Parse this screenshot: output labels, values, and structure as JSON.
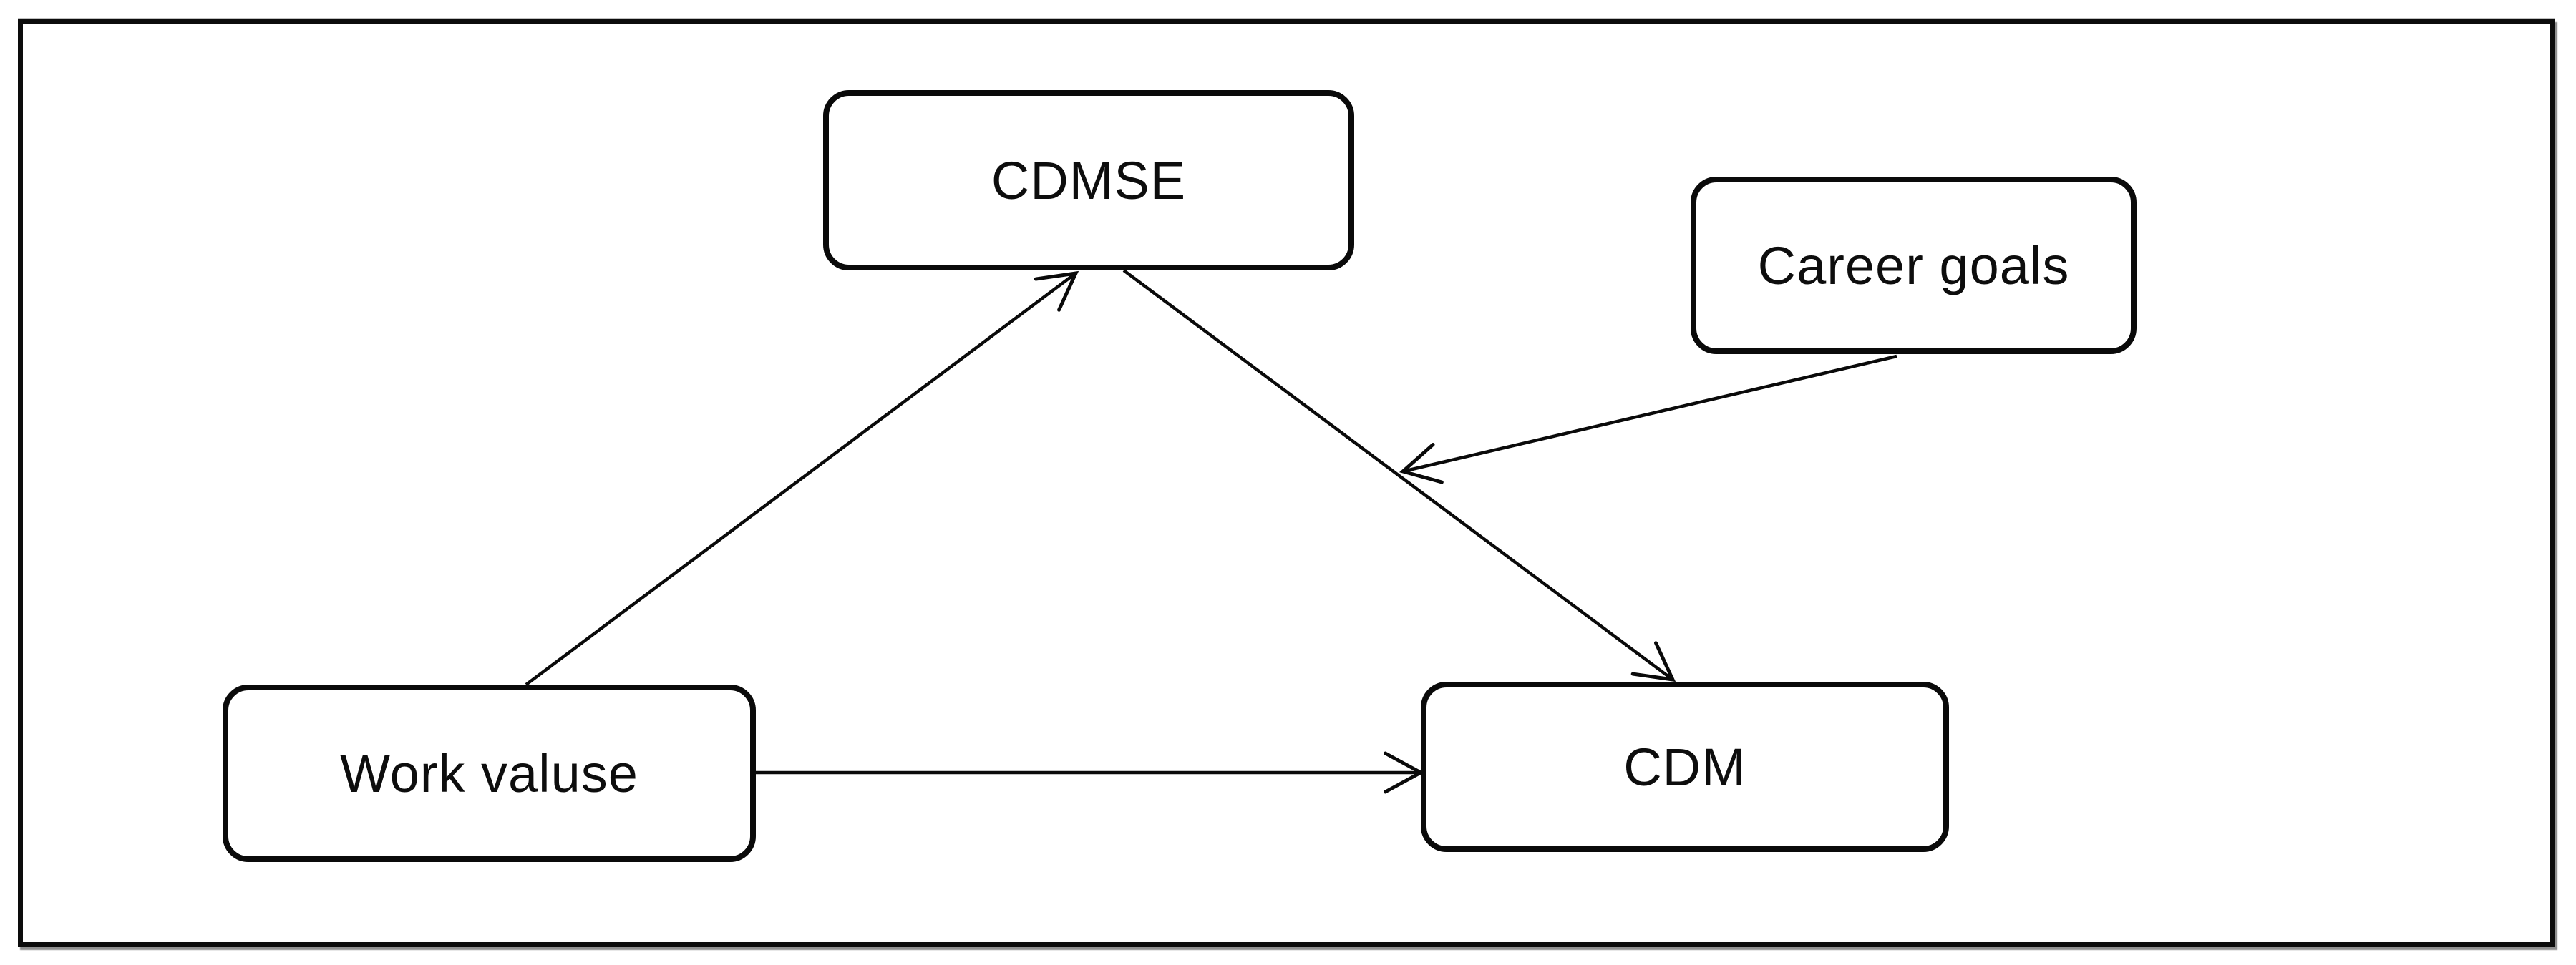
{
  "figure": {
    "type": "path-diagram",
    "background_color": "#ffffff",
    "stroke_color": "#0a0a0a",
    "frame_shadow_color": "#7d7d7d",
    "nodes": [
      {
        "id": "cdmse",
        "label": "CDMSE"
      },
      {
        "id": "career-goals",
        "label": "Career goals"
      },
      {
        "id": "work-value",
        "label": "Work valuse"
      },
      {
        "id": "cdm",
        "label": "CDM"
      }
    ],
    "edges": [
      {
        "from": "work-value",
        "to": "cdmse",
        "style": "arrow"
      },
      {
        "from": "cdmse",
        "to": "cdm",
        "style": "arrow"
      },
      {
        "from": "work-value",
        "to": "cdm",
        "style": "arrow"
      },
      {
        "from": "career-goals",
        "to": "cdmse-cdm-path",
        "style": "arrow"
      }
    ]
  }
}
